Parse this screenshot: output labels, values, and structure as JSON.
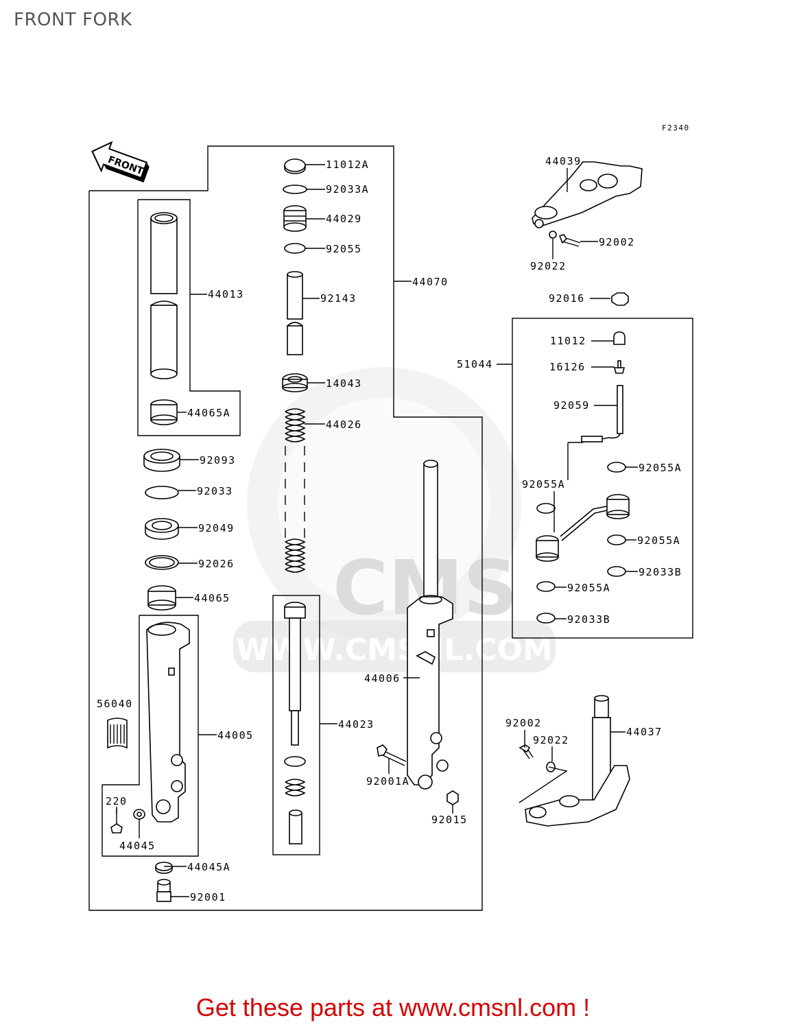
{
  "title": "FRONT FORK",
  "figure_code": "F2340",
  "front_arrow_label": "FRONT",
  "watermark": {
    "logo": "CMS",
    "url": "WWW.CMSNL.COM"
  },
  "parts": {
    "p11012A": "11012A",
    "p92033A": "92033A",
    "p44029": "44029",
    "p92055": "92055",
    "p92143": "92143",
    "p44070": "44070",
    "p14043": "14043",
    "p44026": "44026",
    "p44013": "44013",
    "p44065A": "44065A",
    "p92093": "92093",
    "p92033": "92033",
    "p92049": "92049",
    "p92026": "92026",
    "p44065": "44065",
    "p56040": "56040",
    "p44005": "44005",
    "p220": "220",
    "p44045": "44045",
    "p44045A": "44045A",
    "p92001": "92001",
    "p44023": "44023",
    "p44006": "44006",
    "p92001A": "92001A",
    "p92015": "92015",
    "p44039": "44039",
    "p92002_top": "92002",
    "p92022_top": "92022",
    "p92016": "92016",
    "p51044": "51044",
    "p11012": "11012",
    "p16126": "16126",
    "p92059": "92059",
    "p92055A_1": "92055A",
    "p92055A_2": "92055A",
    "p92055A_3": "92055A",
    "p92055A_4": "92055A",
    "p92033B_1": "92033B",
    "p92033B_2": "92033B",
    "p92002_bot": "92002",
    "p92022_bot": "92022",
    "p44037": "44037"
  },
  "cta": "Get these parts at www.cmsnl.com !"
}
